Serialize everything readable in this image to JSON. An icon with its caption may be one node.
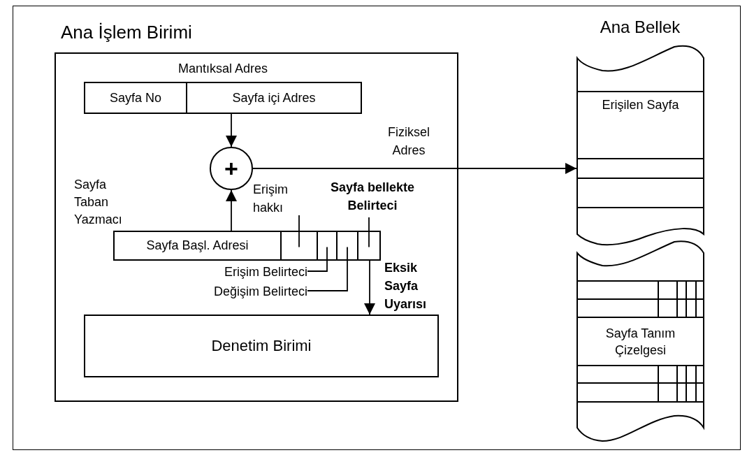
{
  "diagram": {
    "nodes": [
      {
        "text": [
          "Ana İşlem Birimi"
        ]
      },
      {
        "text": [
          "Mantıksal Adres"
        ],
        "in": 0
      },
      {
        "text": [
          "Sayfa No"
        ],
        "in": 1
      },
      {
        "text": [
          "Sayfa içi Adres"
        ],
        "in": 1
      },
      {
        "text": [
          "+"
        ],
        "in": 0
      },
      {
        "text": [
          "Sayfa Taban Yazmacı"
        ],
        "in": 0
      },
      {
        "text": [
          "Sayfa Başl. Adresi"
        ],
        "in": 5
      },
      {
        "text": [],
        "shape": "box",
        "in": 5
      },
      {
        "text": [],
        "shape": "box",
        "in": 5
      },
      {
        "text": [],
        "shape": "box",
        "in": 5
      },
      {
        "text": [],
        "shape": "box",
        "in": 5
      },
      {
        "text": [
          "Erişim hakkı"
        ],
        "in": 0
      },
      {
        "text": [
          "Sayfa bellekte Belirteci"
        ],
        "in": 0
      },
      {
        "text": [
          "Erişim Belirteci"
        ],
        "in": 0
      },
      {
        "text": [
          "Değişim Belirteci"
        ],
        "in": 0
      },
      {
        "text": [
          "Denetim Birimi"
        ],
        "in": 0
      },
      {
        "text": [
          "Ana Bellek"
        ]
      },
      {
        "text": [
          "Erişilen Sayfa"
        ],
        "in": 16
      },
      {
        "text": [],
        "shape": "box",
        "in": 16
      },
      {
        "text": [
          "Sayfa Tanım Çizelgesi"
        ]
      }
    ],
    "edges": [
      {
        "from": 3,
        "to": 4,
        "arrow": "to"
      },
      {
        "from": 6,
        "to": 4,
        "arrow": "to"
      },
      {
        "from": 4,
        "to": 18,
        "arrow": "to",
        "label": "Fiziksel Adres"
      },
      {
        "from": 11,
        "to": 7,
        "arrow": "none"
      },
      {
        "from": 12,
        "to": 10,
        "arrow": "none"
      },
      {
        "from": 13,
        "to": 8,
        "arrow": "none"
      },
      {
        "from": 14,
        "to": 9,
        "arrow": "none"
      },
      {
        "from": 10,
        "to": 15,
        "arrow": "to",
        "label": "Eksik Sayfa Uyarısı"
      }
    ]
  }
}
